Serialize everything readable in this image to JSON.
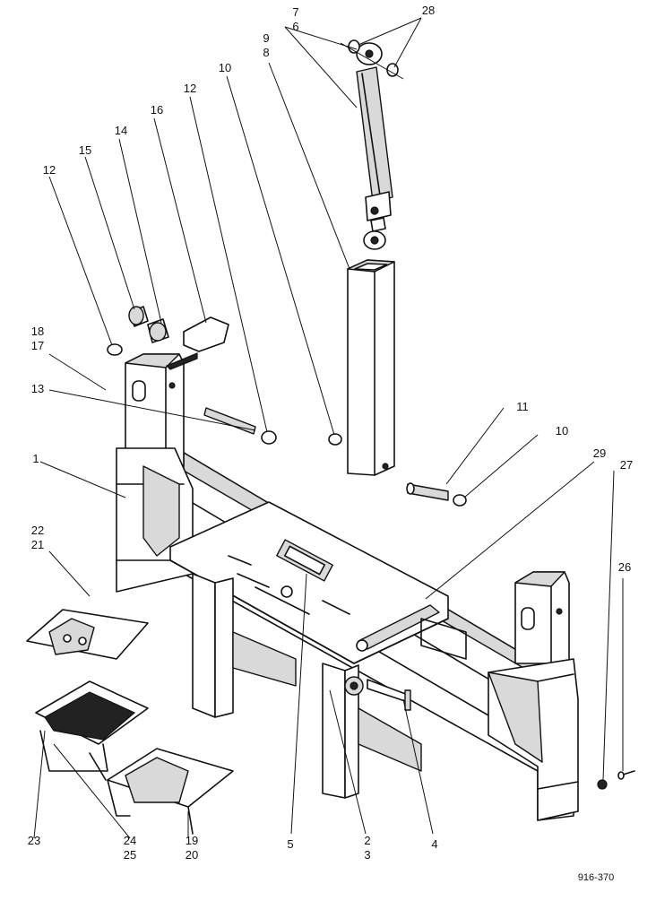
{
  "diagram": {
    "reference_code": "916-370",
    "callouts": [
      {
        "id": "c-7-6",
        "lines": [
          "7",
          "6"
        ]
      },
      {
        "id": "c-28",
        "lines": [
          "28"
        ]
      },
      {
        "id": "c-9-8",
        "lines": [
          "9",
          "8"
        ]
      },
      {
        "id": "c-10a",
        "lines": [
          "10"
        ]
      },
      {
        "id": "c-12a",
        "lines": [
          "12"
        ]
      },
      {
        "id": "c-16",
        "lines": [
          "16"
        ]
      },
      {
        "id": "c-14",
        "lines": [
          "14"
        ]
      },
      {
        "id": "c-15",
        "lines": [
          "15"
        ]
      },
      {
        "id": "c-12b",
        "lines": [
          "12"
        ]
      },
      {
        "id": "c-18-17",
        "lines": [
          "18",
          "17"
        ]
      },
      {
        "id": "c-13",
        "lines": [
          "13"
        ]
      },
      {
        "id": "c-11",
        "lines": [
          "11"
        ]
      },
      {
        "id": "c-10b",
        "lines": [
          "10"
        ]
      },
      {
        "id": "c-1",
        "lines": [
          "1"
        ]
      },
      {
        "id": "c-29",
        "lines": [
          "29"
        ]
      },
      {
        "id": "c-27",
        "lines": [
          "27"
        ]
      },
      {
        "id": "c-22-21",
        "lines": [
          "22",
          "21"
        ]
      },
      {
        "id": "c-26",
        "lines": [
          "26"
        ]
      },
      {
        "id": "c-23",
        "lines": [
          "23"
        ]
      },
      {
        "id": "c-24-25",
        "lines": [
          "24",
          "25"
        ]
      },
      {
        "id": "c-19-20",
        "lines": [
          "19",
          "20"
        ]
      },
      {
        "id": "c-5",
        "lines": [
          "5"
        ]
      },
      {
        "id": "c-2-3",
        "lines": [
          "2",
          "3"
        ]
      },
      {
        "id": "c-4",
        "lines": [
          "4"
        ]
      }
    ]
  }
}
